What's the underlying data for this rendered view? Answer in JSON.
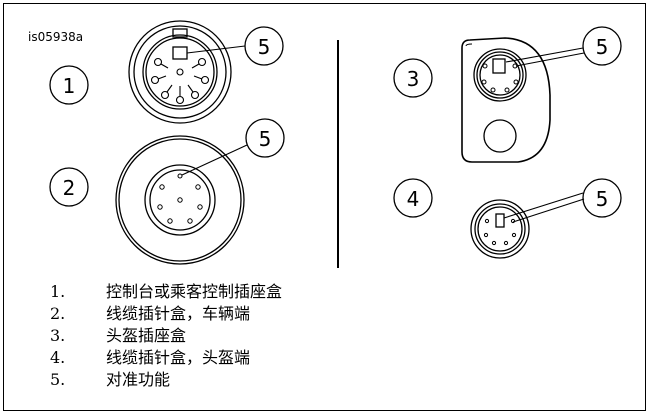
{
  "figure_id": "is05938a",
  "callouts": {
    "c1": "1",
    "c2": "2",
    "c3": "3",
    "c4": "4",
    "c5": "5"
  },
  "legend": [
    {
      "number": "1.",
      "text": "控制台或乘客控制插座盒"
    },
    {
      "number": "2.",
      "text": "线缆插针盒，车辆端"
    },
    {
      "number": "3.",
      "text": "头盔插座盒"
    },
    {
      "number": "4.",
      "text": "线缆插针盒，头盔端"
    },
    {
      "number": "5.",
      "text": "对准功能"
    }
  ]
}
